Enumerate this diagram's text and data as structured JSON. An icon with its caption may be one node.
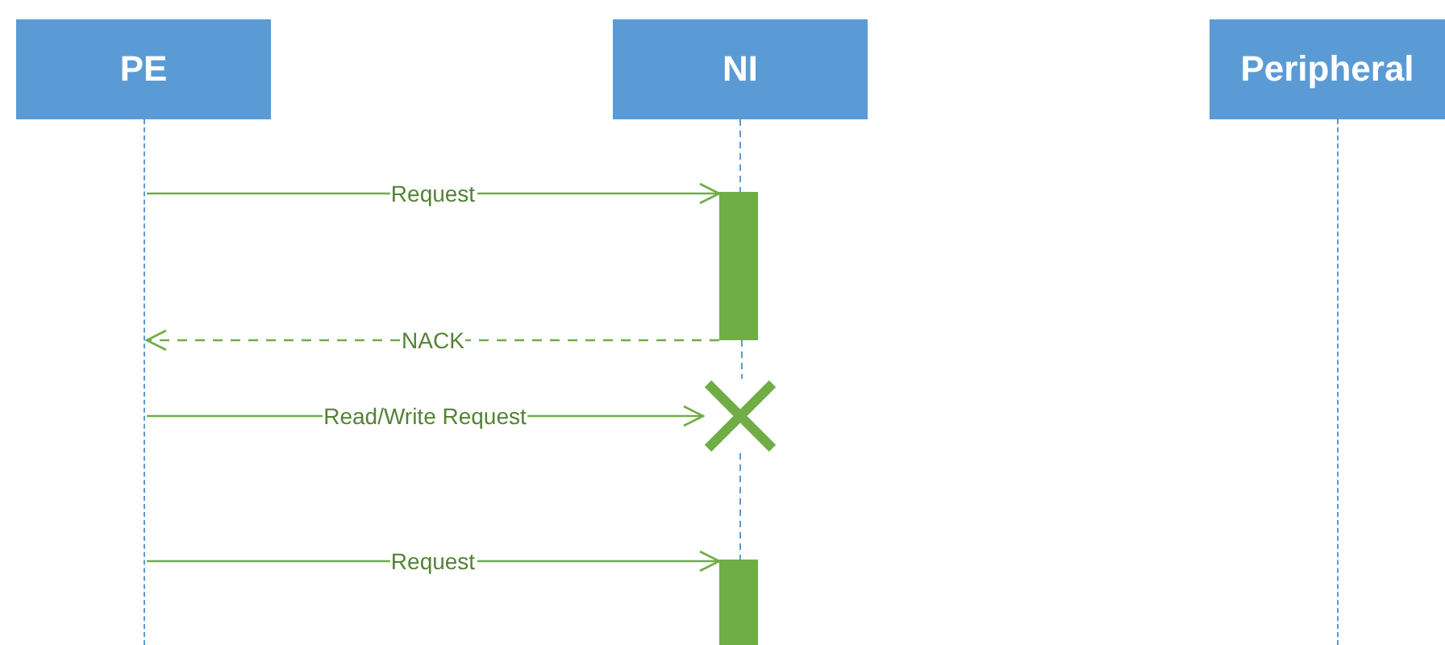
{
  "diagram": {
    "nodes": [
      {
        "text": [
          "PE"
        ]
      },
      {
        "text": [
          "NI"
        ]
      },
      {
        "text": [
          "Peripheral"
        ]
      },
      {
        "text": [],
        "shape": "line"
      },
      {
        "text": [],
        "shape": "bar"
      },
      {
        "text": [],
        "shape": "cross"
      },
      {
        "text": [],
        "shape": "bar"
      }
    ],
    "edges": [
      {
        "from": 3,
        "to": 4,
        "arrow": "to",
        "label": "Request"
      },
      {
        "from": 4,
        "to": 3,
        "arrow": "to",
        "label": "NACK",
        "style": "dashed"
      },
      {
        "from": 3,
        "to": 5,
        "arrow": "to",
        "label": "Read/Write Request"
      },
      {
        "from": 3,
        "to": 6,
        "arrow": "to",
        "label": "Request"
      },
      {
        "from": 1,
        "to": 4,
        "arrow": "none",
        "style": "dashed",
        "color": "#5b9bd5"
      },
      {
        "from": 4,
        "to": 5,
        "arrow": "none",
        "style": "dashed",
        "color": "#5b9bd5"
      },
      {
        "from": 5,
        "to": 6,
        "arrow": "none",
        "style": "dashed",
        "color": "#5b9bd5"
      }
    ]
  }
}
